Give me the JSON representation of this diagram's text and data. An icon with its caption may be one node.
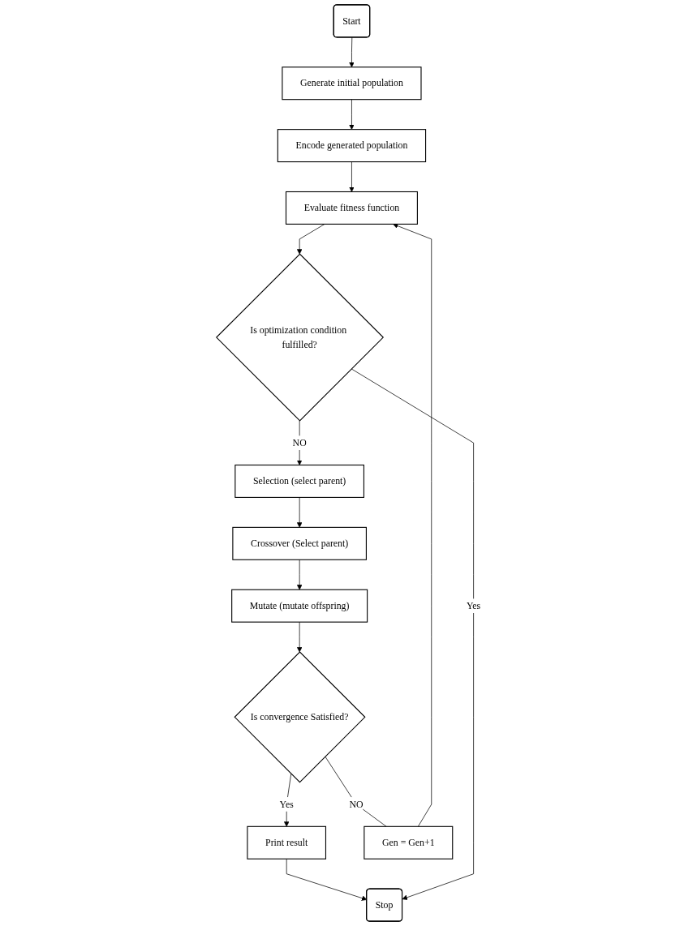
{
  "diagram": {
    "nodes": [
      {
        "text": [
          "Start"
        ]
      },
      {
        "text": [
          "Generate initial population"
        ]
      },
      {
        "text": [
          "Encode generated population"
        ]
      },
      {
        "text": [
          "Evaluate fitness function"
        ]
      },
      {
        "text": [
          "Is optimization condition fulfilled?"
        ]
      },
      {
        "text": [
          "Selection (select parent)"
        ]
      },
      {
        "text": [
          "Crossover (Select parent)"
        ]
      },
      {
        "text": [
          "Mutate (mutate offspring)"
        ]
      },
      {
        "text": [
          "Is convergence Satisfied?"
        ]
      },
      {
        "text": [
          "Print result"
        ]
      },
      {
        "text": [
          "Stop"
        ]
      },
      {
        "text": [
          "Gen = Gen+1"
        ]
      }
    ],
    "edges": [
      {
        "from": 0,
        "to": 1,
        "arrow": "to"
      },
      {
        "from": 1,
        "to": 2,
        "arrow": "to"
      },
      {
        "from": 2,
        "to": 3,
        "arrow": "to"
      },
      {
        "from": 3,
        "to": 4,
        "arrow": "to"
      },
      {
        "from": 4,
        "to": 5,
        "arrow": "to",
        "label": "NO"
      },
      {
        "from": 5,
        "to": 6,
        "arrow": "to"
      },
      {
        "from": 6,
        "to": 7,
        "arrow": "to"
      },
      {
        "from": 7,
        "to": 8,
        "arrow": "to"
      },
      {
        "from": 8,
        "to": 9,
        "arrow": "to",
        "label": "Yes"
      },
      {
        "from": 9,
        "to": 10,
        "arrow": "to"
      },
      {
        "from": 4,
        "to": 10,
        "arrow": "to",
        "label": "Yes"
      },
      {
        "from": 8,
        "to": 11,
        "arrow": "none",
        "label": "NO"
      },
      {
        "from": 11,
        "to": 3,
        "arrow": "to"
      }
    ]
  }
}
